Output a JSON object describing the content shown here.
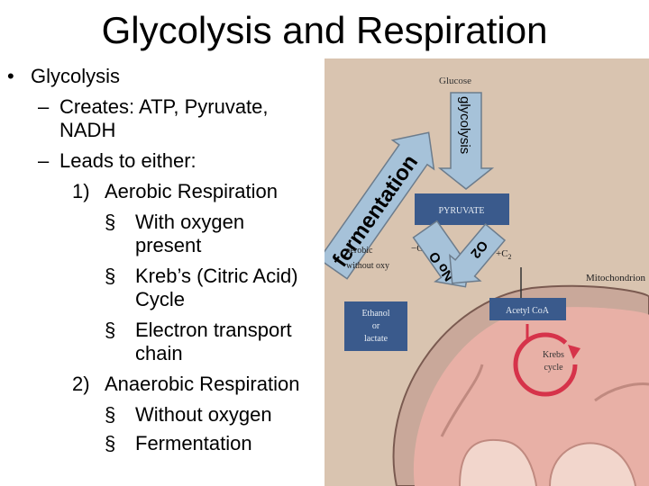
{
  "slide": {
    "title": "Glycolysis and Respiration",
    "bullet_char": "•",
    "dash": "–",
    "square": "§",
    "lines": {
      "l1": "Glycolysis",
      "l2": "Creates: ATP, Pyruvate,",
      "l2b": "NADH",
      "l3": "Leads to either:",
      "l4num": "1)",
      "l4": "Aerobic Respiration",
      "l5": "With oxygen",
      "l5b": "present",
      "l6": "Kreb’s (Citric Acid)",
      "l6b": "Cycle",
      "l7": "Electron transport",
      "l7b": "chain",
      "l8num": "2)",
      "l8": "Anaerobic Respiration",
      "l9": "Without oxygen",
      "l10": "Fermentation"
    }
  },
  "figure": {
    "glucose": "Glucose",
    "glycolysis": "glycolysis",
    "fermentation": "fermentation",
    "pyruvate": "PYRUVATE",
    "aerobic_1": "aerobic",
    "aerobic_2": "without oxy",
    "minus_o2": "−O",
    "plus_o2": "+C",
    "sub2": "2",
    "no_o2": "No O",
    "o2": "O2",
    "ethanol_1": "Ethanol",
    "ethanol_2": "or",
    "ethanol_3": "lactate",
    "mitochondrion": "Mitochondrion",
    "acetyl": "Acetyl CoA",
    "krebs_1": "Krebs",
    "krebs_2": "cycle",
    "colors": {
      "background_tan": "#d9c4b0",
      "box_blue": "#3a5a8c",
      "arrow_blue": "#a6c2d9",
      "mito_pink": "#e8b0a6",
      "cristae": "#f2d6cc",
      "krebs_arrow": "#d6334a"
    }
  }
}
